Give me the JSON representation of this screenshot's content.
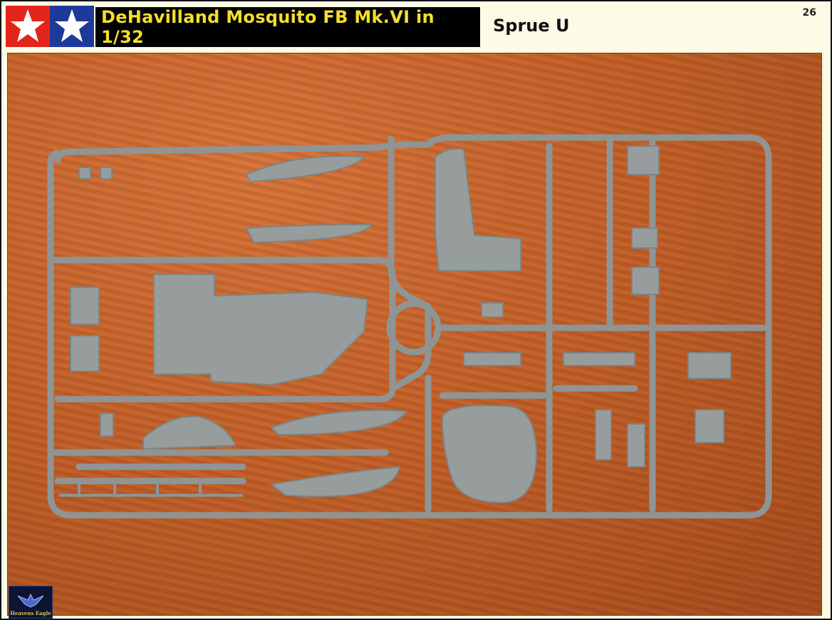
{
  "header": {
    "title": "DeHavilland Mosquito FB Mk.VI in 1/32",
    "section": "Sprue U",
    "page_number": "26"
  },
  "logo": {
    "icon": "tamiya-star-logo-icon",
    "colors": {
      "left": "#e3241b",
      "right": "#1d3a9b",
      "star": "#ffffff"
    }
  },
  "watermark": {
    "icon": "eagle-emblem-icon",
    "label": "Heavens Eagle"
  },
  "photo": {
    "subject": "grey plastic model kit sprue on a wooden table",
    "colors": {
      "plastic": "#9aa0a0",
      "wood": "#c4622a"
    }
  }
}
